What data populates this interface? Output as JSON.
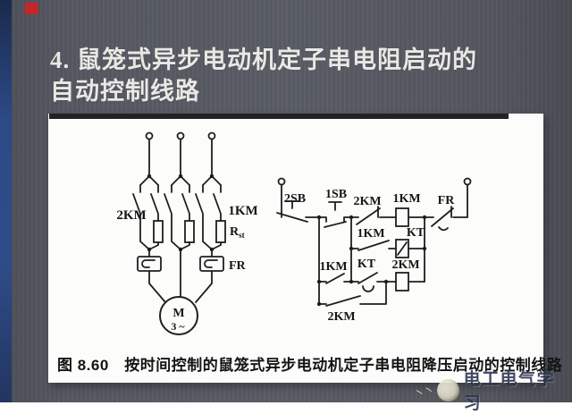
{
  "slide": {
    "title_line1": "4. 鼠笼式异步电动机定子串电阻启动的",
    "title_line2": "自动控制线路",
    "caption": "图 8.60　按时间控制的鼠笼式异步电动机定子串电阻降压启动的控制线路",
    "watermark": "电工电气学习",
    "accent_color": "#2d4a87",
    "marker_color": "#c4262c"
  },
  "diagram": {
    "power": {
      "km2": "2KM",
      "km1": "1KM",
      "r_main": "R",
      "r_sub": "st",
      "fr": "FR",
      "motor_m": "M",
      "motor_ph": "3 ~"
    },
    "control": {
      "sb2": "2SB",
      "sb1": "1SB",
      "km2_nc": "2KM",
      "km1_coil": "1KM",
      "fr": "FR",
      "km1_row2": "1KM",
      "kt_coil": "KT",
      "km1_row3": "1KM",
      "kt_contact": "KT",
      "km2_coil": "2KM",
      "km2_lock": "2KM"
    }
  }
}
